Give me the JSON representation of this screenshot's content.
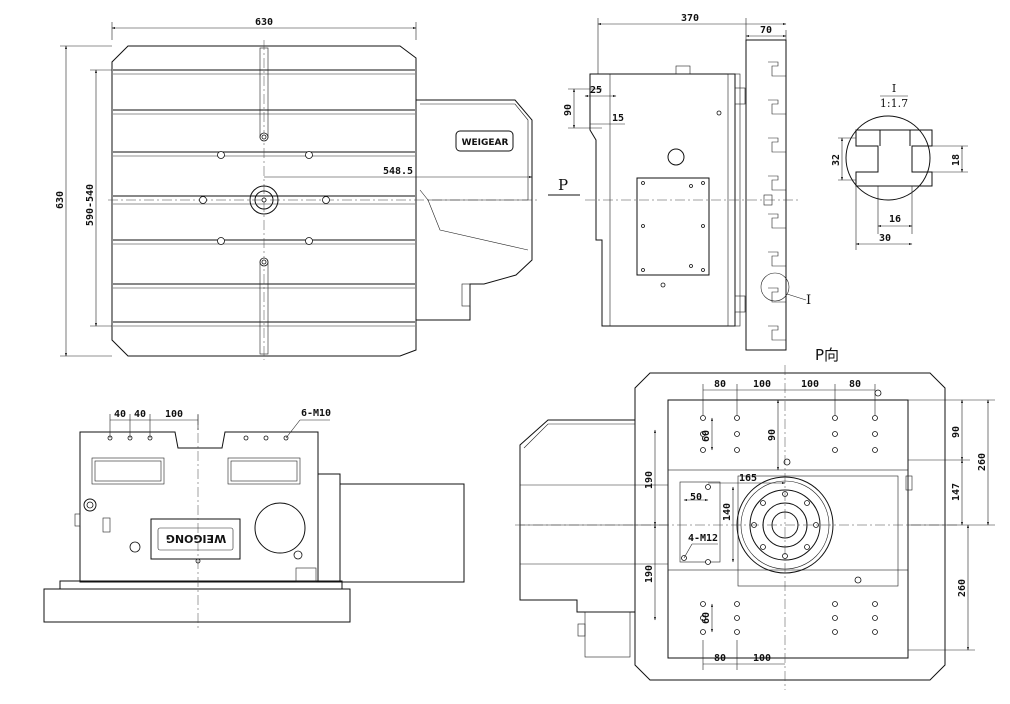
{
  "top_view": {
    "dims": {
      "width": "630",
      "height": "630",
      "slot_range": "590-540",
      "center_offset": "548.5"
    },
    "logo": "WEIGEAR"
  },
  "side_view": {
    "dims": {
      "width": "370",
      "flange": "70",
      "d90": "90",
      "d25": "25",
      "d15": "15"
    },
    "view_marker": "P",
    "detail_marker": "I"
  },
  "detail": {
    "title": "I",
    "scale": "1:1.7",
    "dims": {
      "d32": "32",
      "d18": "18",
      "d16": "16",
      "d30": "30"
    }
  },
  "front_view": {
    "dims": {
      "a": "40",
      "b": "40",
      "c": "100",
      "holes": "6-M10"
    },
    "nameplate": "WEIGONG"
  },
  "p_view": {
    "title": "P向",
    "dims": {
      "t80a": "80",
      "t100a": "100",
      "t100b": "100",
      "t80b": "80",
      "v60a": "60",
      "v90a": "90",
      "v90b": "90",
      "v260a": "260",
      "v190a": "190",
      "v50": "50",
      "v165": "165",
      "v140": "140",
      "v147": "147",
      "holes": "4-M12",
      "v190b": "190",
      "v60b": "60",
      "v260b": "260",
      "b80": "80",
      "b100": "100"
    }
  }
}
